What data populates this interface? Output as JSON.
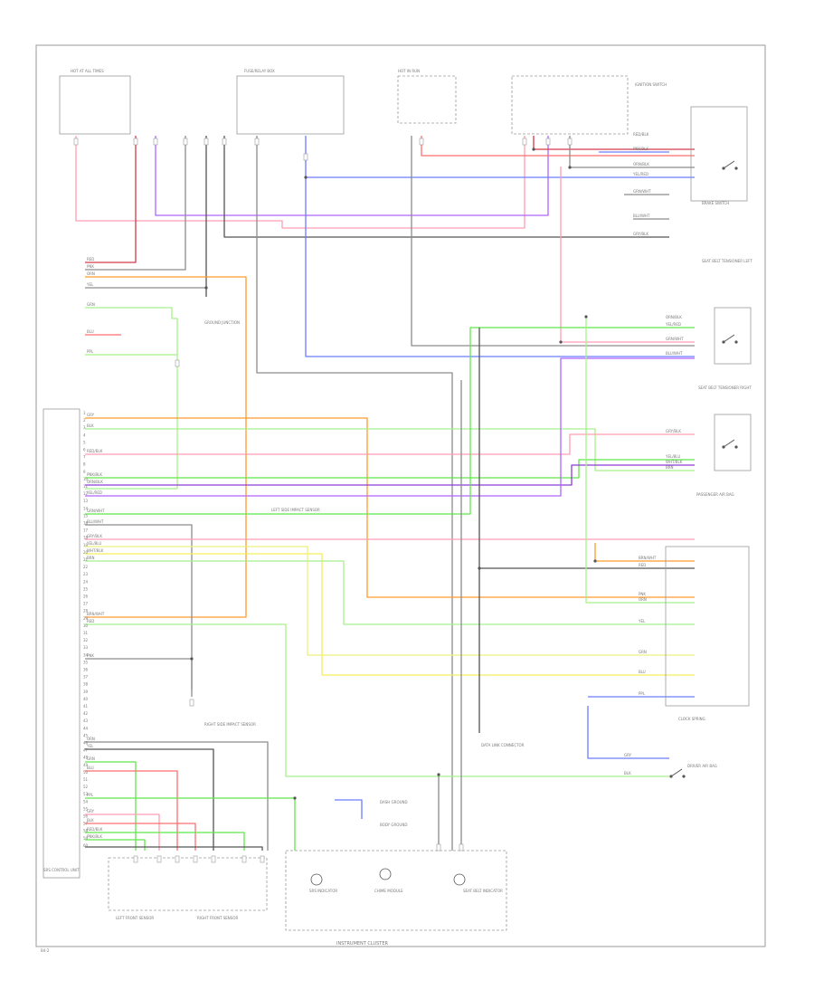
{
  "diagram": {
    "footer_label": "INSTRUMENT CLUSTER",
    "corner_id": "B4-2",
    "colors": {
      "red": "#ff6e6e",
      "dark_red": "#d43a4a",
      "pink": "#ff9db0",
      "orange": "#ff9a2e",
      "yellow": "#f4ef5a",
      "light_yellow": "#eef07c",
      "green": "#5fe84a",
      "light_green": "#a8f08a",
      "blue": "#6b7cff",
      "purple": "#8e3bd6",
      "violet": "#b065ff",
      "gray": "#8c8c8c",
      "dark_gray": "#555555",
      "black": "#222222",
      "frame": "#9a9a9a"
    },
    "components": [
      {
        "id": "hot-fuse",
        "text": "HOT AT ALL TIMES"
      },
      {
        "id": "fuse-box",
        "text": "FUSE/RELAY BOX"
      },
      {
        "id": "hot-run",
        "text": "HOT IN RUN"
      },
      {
        "id": "srs-unit-title",
        "text": "SRS CONTROL UNIT"
      },
      {
        "id": "ign-switch",
        "text": "IGNITION SWITCH"
      },
      {
        "id": "ground-junction",
        "text": "GROUND JUNCTION"
      },
      {
        "id": "brake-switch",
        "text": "BRAKE SWITCH"
      },
      {
        "id": "seat-belt-left",
        "text": "SEAT BELT TENSIONER LEFT"
      },
      {
        "id": "seat-belt-right",
        "text": "SEAT BELT TENSIONER RIGHT"
      },
      {
        "id": "passenger-airbag",
        "text": "PASSENGER AIR BAG"
      },
      {
        "id": "clock-spring",
        "text": "CLOCK SPRING"
      },
      {
        "id": "driver-airbag",
        "text": "DRIVER AIR BAG"
      },
      {
        "id": "side-sensor-l",
        "text": "LEFT SIDE IMPACT SENSOR"
      },
      {
        "id": "side-sensor-r",
        "text": "RIGHT SIDE IMPACT SENSOR"
      },
      {
        "id": "front-sensor-l",
        "text": "LEFT FRONT SENSOR"
      },
      {
        "id": "front-sensor-r",
        "text": "RIGHT FRONT SENSOR"
      },
      {
        "id": "srs-indicator",
        "text": "SRS INDICATOR"
      },
      {
        "id": "chime",
        "text": "CHIME MODULE"
      },
      {
        "id": "seat-belt-ind",
        "text": "SEAT BELT INDICATOR"
      },
      {
        "id": "data-link",
        "text": "DATA LINK CONNECTOR"
      },
      {
        "id": "dash-ground",
        "text": "DASH GROUND"
      },
      {
        "id": "body-ground",
        "text": "BODY GROUND"
      }
    ],
    "wire_labels": [
      "RED",
      "PNK",
      "ORN",
      "YEL",
      "GRN",
      "BLU",
      "PPL",
      "GRY",
      "BLK",
      "RED/BLK",
      "PNK/BLK",
      "ORN/BLK",
      "YEL/RED",
      "GRN/WHT",
      "BLU/WHT",
      "GRY/BLK",
      "YEL/BLU",
      "WHT/BLK",
      "BRN",
      "BRN/WHT"
    ]
  }
}
